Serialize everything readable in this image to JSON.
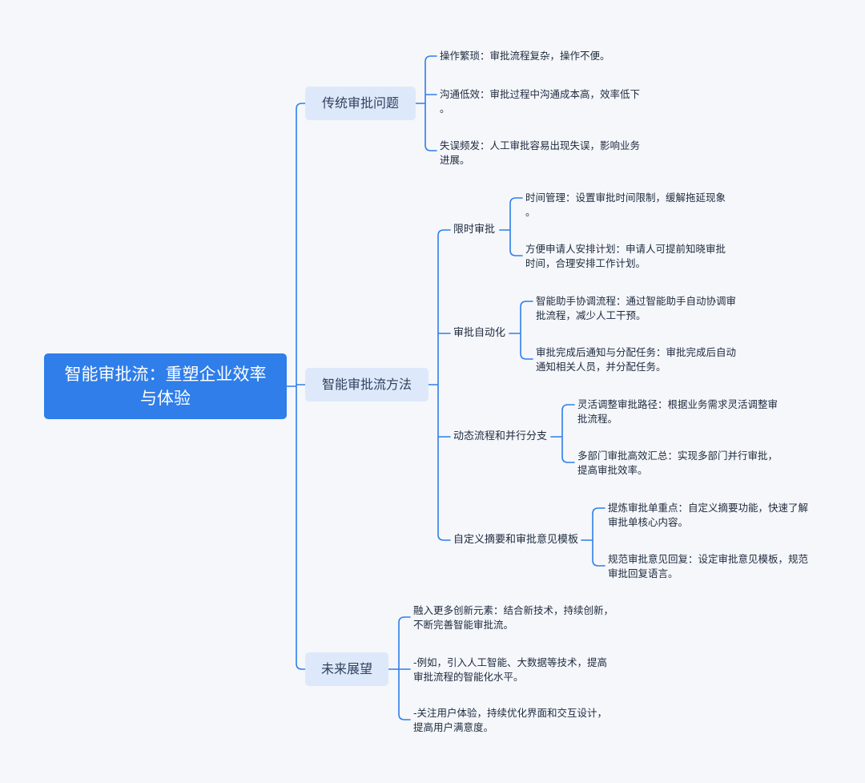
{
  "root": {
    "title": "智能审批流：重塑企业效率与体验"
  },
  "branches": [
    {
      "label": "传统审批问题",
      "items": [
        "操作繁琐：审批流程复杂，操作不便。",
        "沟通低效：审批过程中沟通成本高，效率低下\n。",
        "失误频发：人工审批容易出现失误，影响业务\n进展。"
      ]
    },
    {
      "label": "智能审批流方法",
      "subs": [
        {
          "label": "限时审批",
          "items": [
            "时间管理：设置审批时间限制，缓解拖延现象\n。",
            "方便申请人安排计划：申请人可提前知晓审批\n时间，合理安排工作计划。"
          ]
        },
        {
          "label": "审批自动化",
          "items": [
            "智能助手协调流程：通过智能助手自动协调审\n批流程，减少人工干预。",
            "审批完成后通知与分配任务：审批完成后自动\n通知相关人员，并分配任务。"
          ]
        },
        {
          "label": "动态流程和并行分支",
          "items": [
            "灵活调整审批路径：根据业务需求灵活调整审\n批流程。",
            "多部门审批高效汇总：实现多部门并行审批，\n提高审批效率。"
          ]
        },
        {
          "label": "自定义摘要和审批意见模板",
          "items": [
            "提炼审批单重点：自定义摘要功能，快速了解\n审批单核心内容。",
            "规范审批意见回复：设定审批意见模板，规范\n审批回复语言。"
          ]
        }
      ]
    },
    {
      "label": "未来展望",
      "items": [
        "融入更多创新元素：结合新技术，持续创新，\n不断完善智能审批流。",
        "-例如，引入人工智能、大数据等技术，提高\n审批流程的智能化水平。",
        "-关注用户体验，持续优化界面和交互设计，\n提高用户满意度。"
      ]
    }
  ],
  "colors": {
    "root": "#2f7ee9",
    "branch_bg": "#dde9fb",
    "line": "#2f7ee9",
    "background": "#f5f7fb"
  }
}
